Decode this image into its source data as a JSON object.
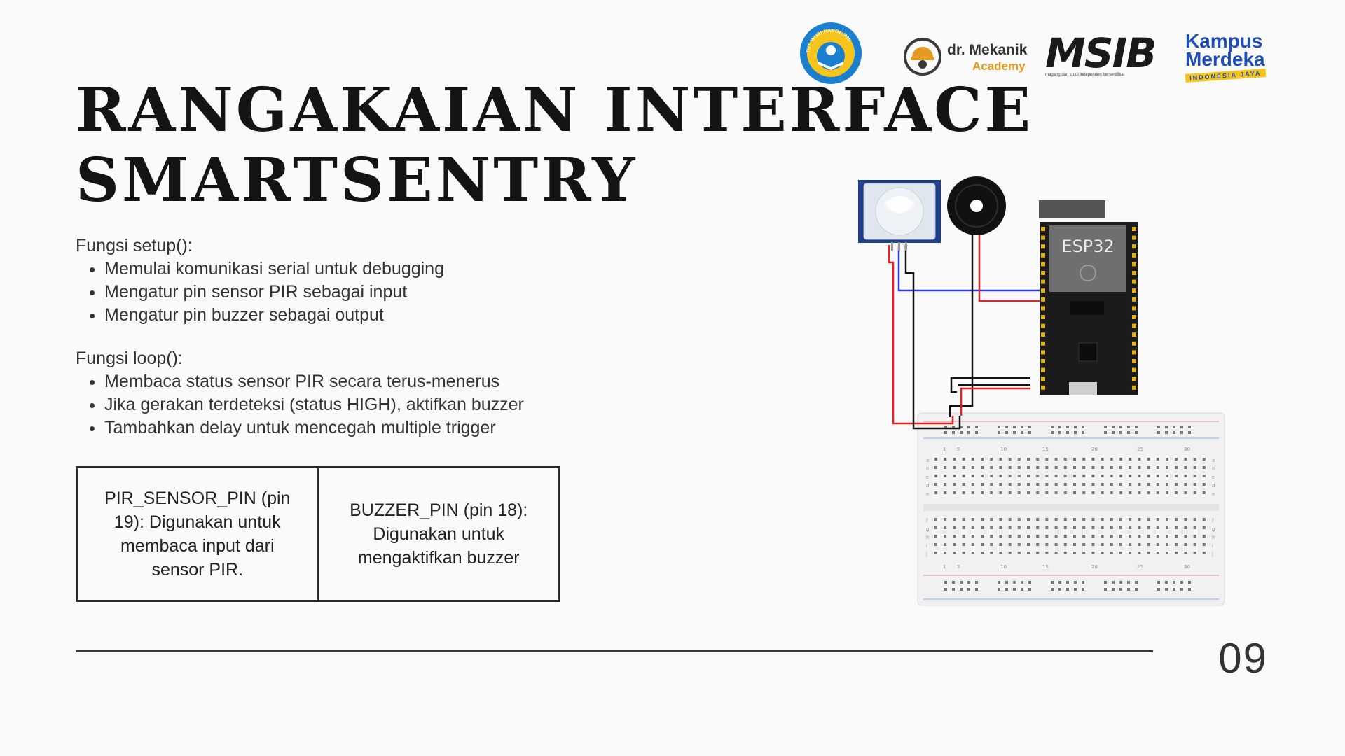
{
  "title": [
    "RANGAKAIAN INTERFACE",
    "SMARTSENTRY"
  ],
  "setup": {
    "heading": "Fungsi setup():",
    "items": [
      "Memulai komunikasi serial untuk debugging",
      "Mengatur pin sensor PIR sebagai input",
      "Mengatur pin buzzer sebagai output"
    ]
  },
  "loop": {
    "heading": "Fungsi loop():",
    "items": [
      "Membaca status sensor PIR secara terus-menerus",
      "Jika gerakan terdeteksi (status HIGH), aktifkan buzzer",
      "Tambahkan delay untuk mencegah multiple trigger"
    ]
  },
  "pins_table": [
    "PIR_SENSOR_PIN (pin 19): Digunakan untuk membaca input dari sensor PIR.",
    "BUZZER_PIN (pin 18): Digunakan untuk mengaktifkan buzzer"
  ],
  "logos": {
    "emblem_text": "TUT WURI HANDAYANI",
    "drmekanik_line1": "dr. Mekanik",
    "drmekanik_line2": "Academy",
    "msib": "MSIB",
    "msib_tagline": "magang dan studi independen bersertifikat",
    "kampus_line1": "Kampus",
    "kampus_line2": "Merdeka",
    "kampus_ribbon": "INDONESIA JAYA"
  },
  "circuit": {
    "board_label": "ESP32",
    "row_numbers": [
      "1",
      "5",
      "10",
      "15",
      "20",
      "25",
      "30"
    ],
    "row_letters_top": [
      "a",
      "b",
      "c",
      "d",
      "e"
    ],
    "row_letters_bottom": [
      "f",
      "g",
      "h",
      "i",
      "j"
    ]
  },
  "page_number": "09",
  "colors": {
    "background": "#fafafa",
    "wire_red": "#e02424",
    "wire_blue": "#2a3fd6",
    "wire_black": "#111111",
    "kampus_blue": "#1e4fb8",
    "drmekanik_orange": "#e39a1e"
  }
}
